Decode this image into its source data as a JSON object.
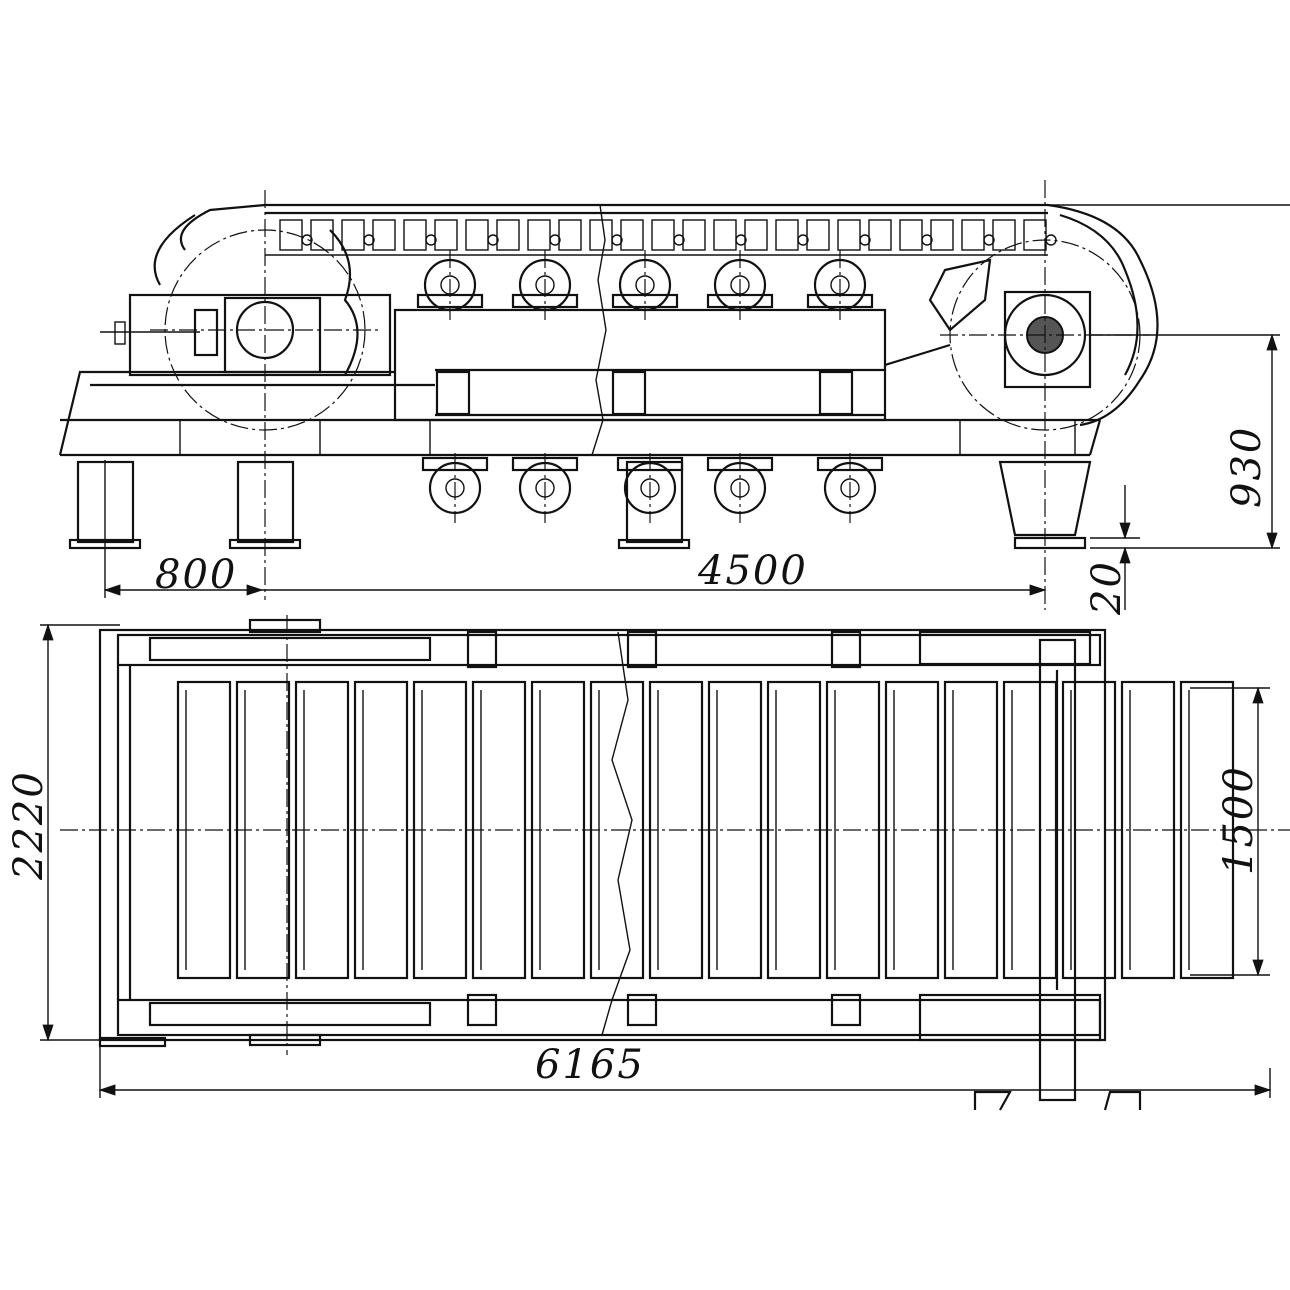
{
  "drawing": {
    "elevation_view": {
      "dimensions": {
        "left_overhang": "800",
        "sprocket_centers": "4500",
        "height": "930",
        "foot_offset": "20"
      }
    },
    "plan_view": {
      "dimensions": {
        "overall_width": "2220",
        "pan_width": "1500",
        "overall_length": "6165"
      }
    }
  }
}
